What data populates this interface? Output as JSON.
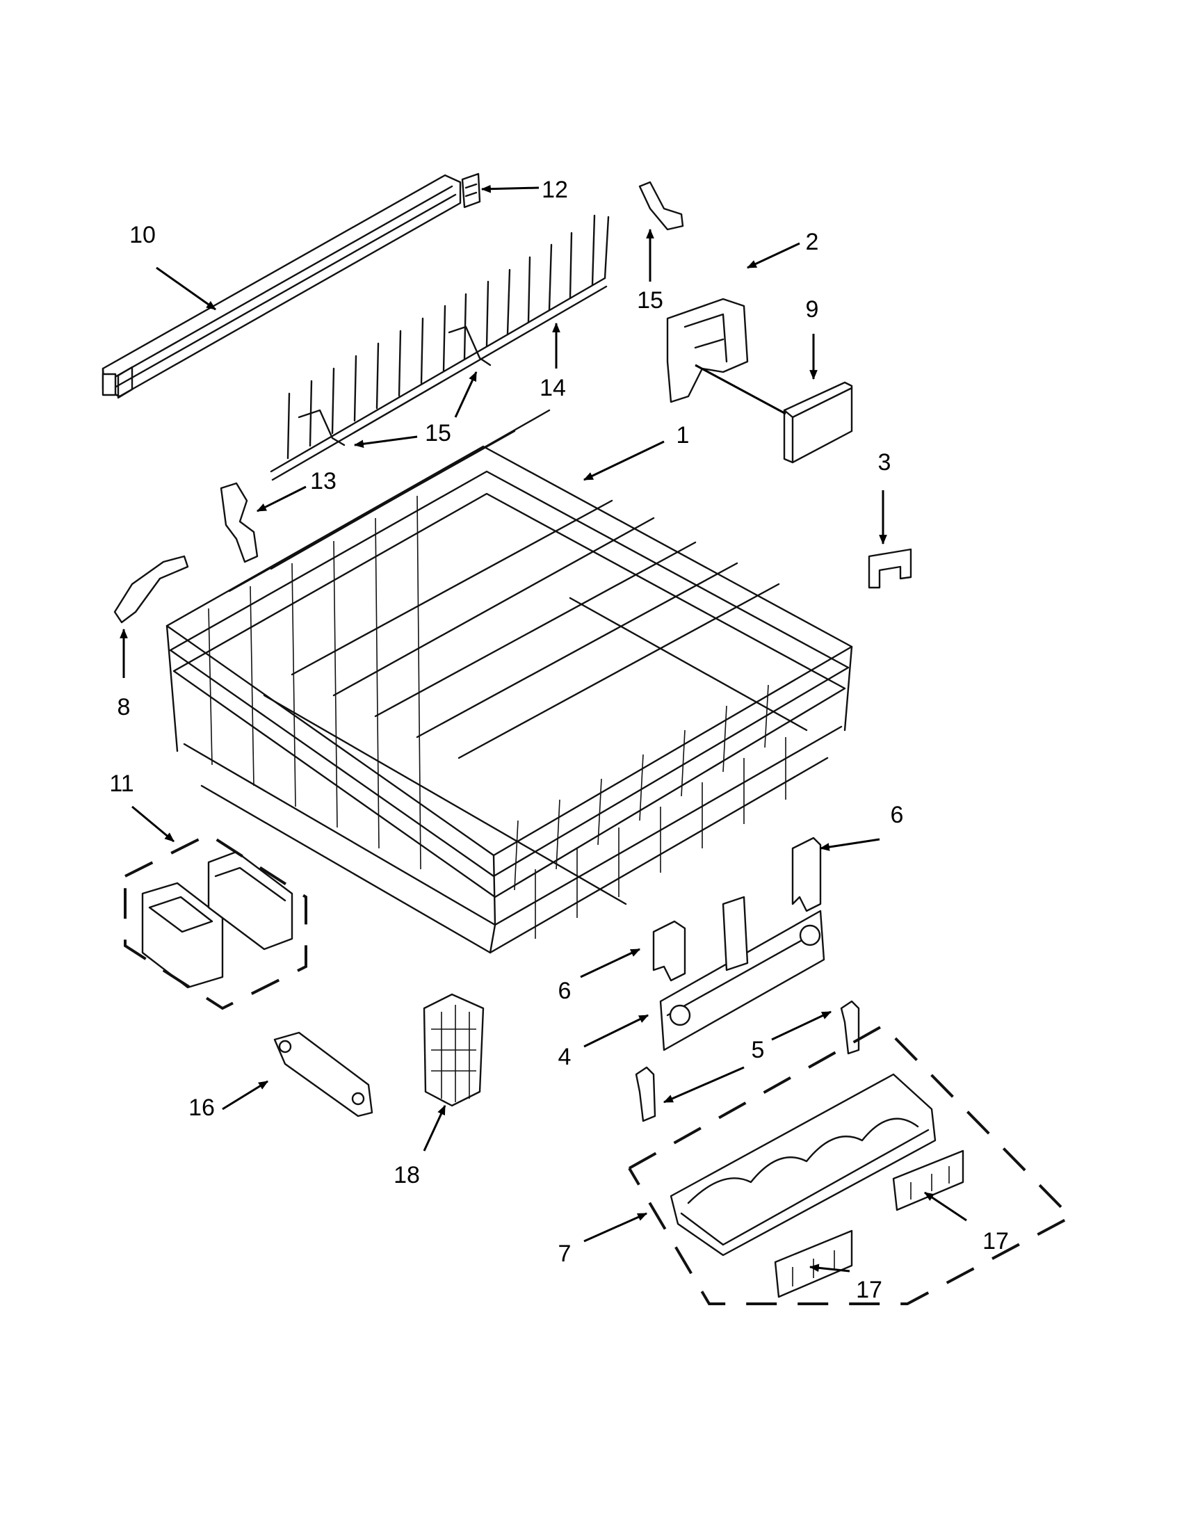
{
  "callouts": [
    {
      "id": "c1",
      "text": "1"
    },
    {
      "id": "c2",
      "text": "2"
    },
    {
      "id": "c3",
      "text": "3"
    },
    {
      "id": "c4",
      "text": "4"
    },
    {
      "id": "c5",
      "text": "5"
    },
    {
      "id": "c6a",
      "text": "6"
    },
    {
      "id": "c6b",
      "text": "6"
    },
    {
      "id": "c7",
      "text": "7"
    },
    {
      "id": "c8",
      "text": "8"
    },
    {
      "id": "c9",
      "text": "9"
    },
    {
      "id": "c10",
      "text": "10"
    },
    {
      "id": "c11",
      "text": "11"
    },
    {
      "id": "c12",
      "text": "12"
    },
    {
      "id": "c13",
      "text": "13"
    },
    {
      "id": "c14",
      "text": "14"
    },
    {
      "id": "c15a",
      "text": "15"
    },
    {
      "id": "c15b",
      "text": "15"
    },
    {
      "id": "c16",
      "text": "16"
    },
    {
      "id": "c17a",
      "text": "17"
    },
    {
      "id": "c17b",
      "text": "17"
    },
    {
      "id": "c18",
      "text": "18"
    }
  ]
}
